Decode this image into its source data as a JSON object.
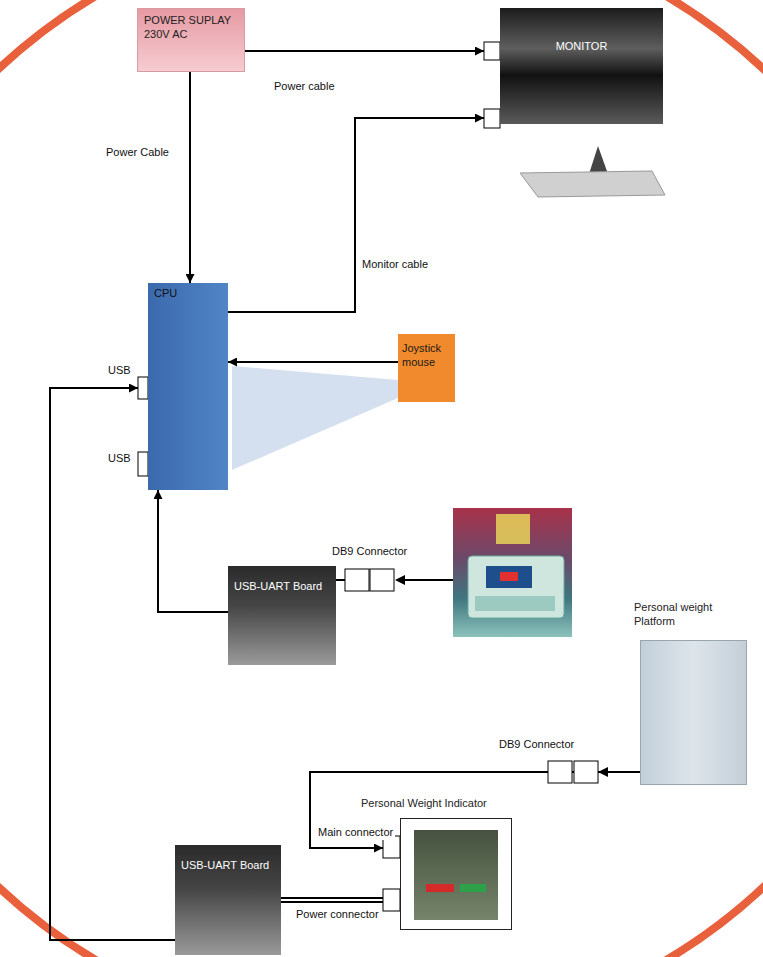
{
  "diagram": {
    "nodes": [
      {
        "text": [
          "POWER SUPLAY 230V AC"
        ]
      },
      {
        "text": [
          "MONITOR"
        ]
      },
      {
        "text": [
          "CPU"
        ]
      },
      {
        "text": [
          "Joystick mouse"
        ]
      },
      {
        "text": [
          "USB-UART Board"
        ]
      },
      {
        "text": [
          "Personal weight Platform"
        ]
      },
      {
        "text": [
          "Personal Weight Indicator"
        ]
      },
      {
        "text": [
          "USB-UART Board"
        ]
      }
    ],
    "edges": [
      {
        "from": 0,
        "to": 1,
        "arrow": "to",
        "label": "Power cable"
      },
      {
        "from": 0,
        "to": 2,
        "arrow": "to",
        "label": "Power Cable"
      },
      {
        "from": 2,
        "to": 1,
        "arrow": "to",
        "label": "Monitor cable"
      },
      {
        "from": 3,
        "to": 2,
        "arrow": "to"
      },
      {
        "from": 4,
        "to": 2,
        "arrow": "to"
      },
      {
        "from": 5,
        "to": 6,
        "arrow": "to"
      },
      {
        "from": 6,
        "to": 7,
        "arrow": "none"
      },
      {
        "from": 7,
        "to": 2,
        "arrow": "to"
      }
    ],
    "labels": [
      "USB",
      "USB",
      "DB9 Connector",
      "DB9 Connector",
      "Main connector",
      "Power connector"
    ]
  }
}
